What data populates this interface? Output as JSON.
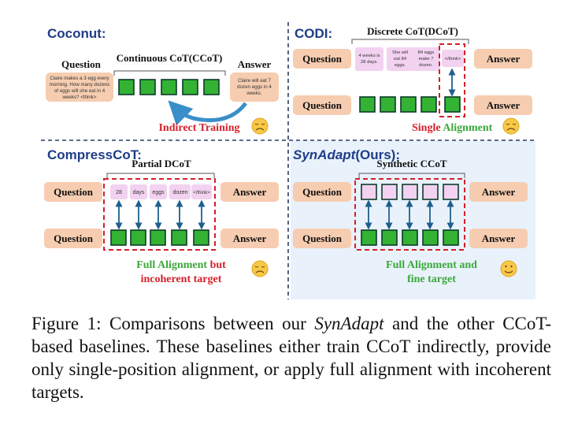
{
  "panels": {
    "coconut": {
      "title": "Coconut:",
      "question_label": "Question",
      "ccot_label": "Continuous CoT(CCoT)",
      "answer_label": "Answer",
      "question_text": [
        "Claire makes a 3 egg every",
        "morning. How many dozens",
        "of eggs will she eat in 4",
        "weeks? <think>"
      ],
      "answer_text": [
        "Claire will eat 7",
        "dozen eggs in 4",
        "weeks."
      ],
      "verdict": "Indirect Training"
    },
    "codi": {
      "title": "CODI:",
      "dcot_label": "Discrete CoT(DCoT)",
      "question_label": "Question",
      "answer_label": "Answer",
      "tokens": [
        [
          "4 weeks is",
          "28 days."
        ],
        [
          "She will",
          "eat 84",
          "eggs."
        ],
        [
          "84 eggs",
          "make 7",
          "dozen."
        ]
      ],
      "think_token": "</think>",
      "verdict_part1": "Single ",
      "verdict_part2": "Alignment"
    },
    "compresscot": {
      "title": "CompressCoT:",
      "dcot_label": "Partial DCoT",
      "question_label": "Question",
      "answer_label": "Answer",
      "tokens": [
        "28",
        "days",
        "eggs",
        "dozen",
        "</think>"
      ],
      "verdict_part1": "Full Alignment",
      "verdict_part2": " but",
      "verdict_line2": "incoherent target"
    },
    "synadapt": {
      "title_italic": "SynAdapt",
      "title_rest": "(Ours):",
      "ccot_label": "Synthetic CCoT",
      "question_label": "Question",
      "answer_label": "Answer",
      "verdict_line1": "Full Alignment and",
      "verdict_line2": "fine target"
    }
  },
  "caption": {
    "prefix": "Figure 1: Comparisons between our ",
    "italic": "SynAdapt",
    "suffix": " and the other CCoT-based baselines. These baselines either train CCoT indirectly, provide only single-position alignment, or apply full alignment with incoherent targets."
  },
  "colors": {
    "title_blue": "#1f3c88",
    "box_orange": "#f6cdb0",
    "latent_green": "#33b233",
    "token_pink": "#f2d2f0",
    "red": "#d4202a",
    "green_text": "#3aa83a",
    "arrow_blue": "#1e5f8e",
    "highlight_bg": "#e9f2fb"
  }
}
